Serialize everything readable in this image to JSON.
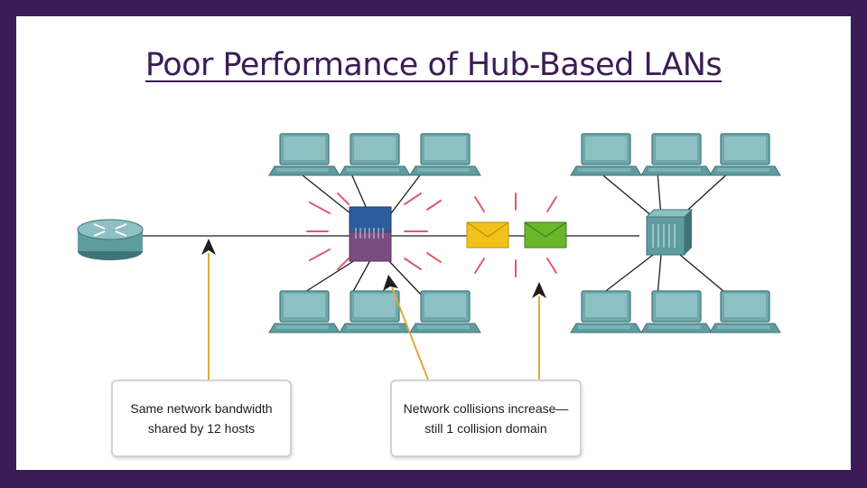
{
  "slide": {
    "title": "Poor Performance of Hub-Based LANs"
  },
  "callouts": {
    "bandwidth": "Same network bandwidth shared by 12 hosts",
    "collisions": "Network collisions increase—still 1 collision domain"
  },
  "colors": {
    "frame": "#3b1c57",
    "title": "#3b1c57",
    "device_teal": "#5f9ca0",
    "hub_blue": "#2e5d9e",
    "hub_purple": "#7a4d80",
    "frame_yellow": "#f2c21b",
    "frame_green": "#6ab82a",
    "pointer_arrow": "#e0a93a",
    "collision_marks": "#e05a6a"
  },
  "icons": {
    "router": "router-icon",
    "hub": "hub-icon",
    "switch": "switch-icon",
    "host": "desktop-computer-icon",
    "frame": "envelope-icon"
  }
}
